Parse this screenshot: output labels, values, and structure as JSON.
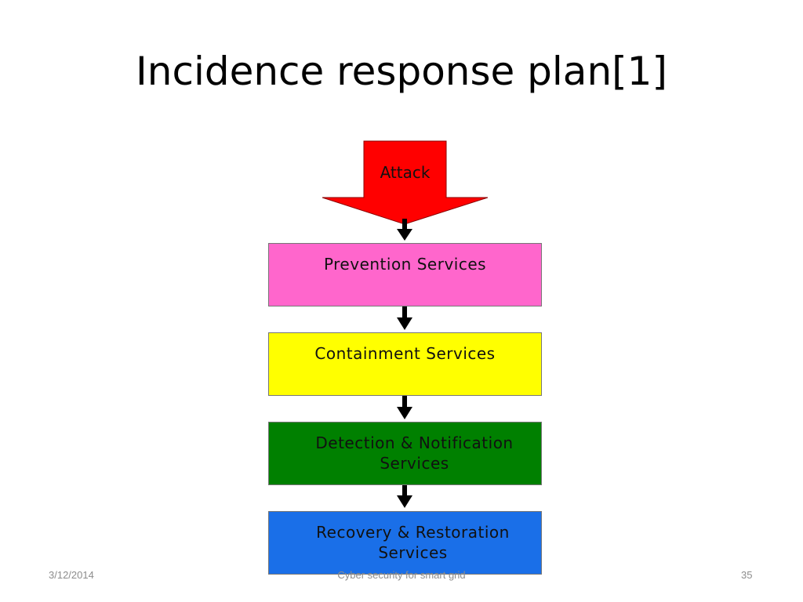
{
  "slide": {
    "title": "Incidence response plan[1]"
  },
  "diagram": {
    "start": {
      "label": "Attack",
      "color": "#ff0000"
    },
    "steps": [
      {
        "label": "Prevention Services",
        "color": "#ff66cc"
      },
      {
        "label": "Containment Services",
        "color": "#ffff00"
      },
      {
        "label": "Detection & Notification Services",
        "color": "#008000"
      },
      {
        "label": "Recovery & Restoration Services",
        "color": "#1a6fe8"
      }
    ]
  },
  "footer": {
    "date": "3/12/2014",
    "center_text": "Cyber security for smart grid",
    "page_number": "35"
  }
}
